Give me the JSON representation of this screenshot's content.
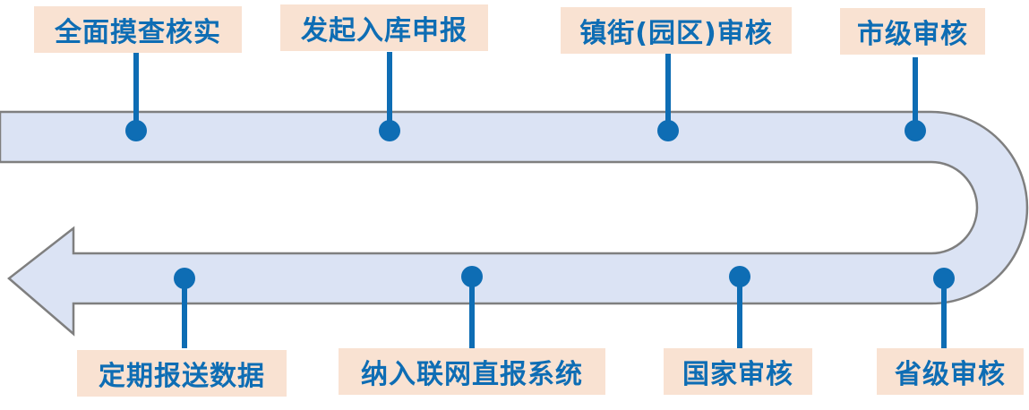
{
  "colors": {
    "track_fill": "#dbe3f4",
    "track_stroke": "#7f7f7f",
    "marker": "#0e6db4",
    "label_bg": "#f9e2d2",
    "label_text": "#0e6db4"
  },
  "flow": {
    "top_row": [
      {
        "id": "step1",
        "label": "全面摸查核实"
      },
      {
        "id": "step2",
        "label": "发起入库申报"
      },
      {
        "id": "step3",
        "label": "镇街(园区)审核"
      },
      {
        "id": "step4",
        "label": "市级审核"
      }
    ],
    "bottom_row": [
      {
        "id": "step5",
        "label": "省级审核"
      },
      {
        "id": "step6",
        "label": "国家审核"
      },
      {
        "id": "step7",
        "label": "纳入联网直报系统"
      },
      {
        "id": "step8",
        "label": "定期报送数据"
      }
    ]
  }
}
